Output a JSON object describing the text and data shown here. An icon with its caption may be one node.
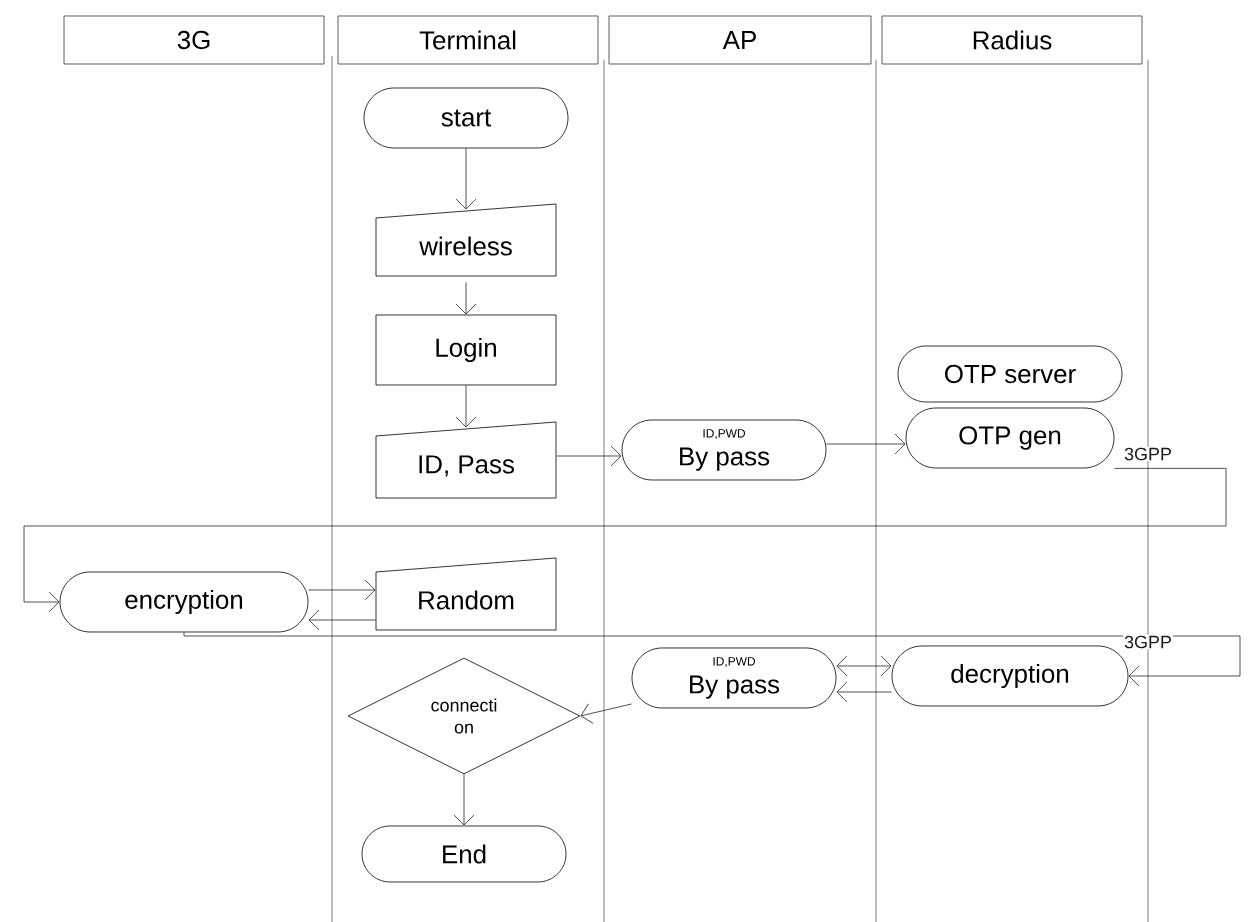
{
  "diagram": {
    "nodes": [
      {
        "text": [
          "3G"
        ]
      },
      {
        "text": [
          "Terminal"
        ]
      },
      {
        "text": [
          "AP"
        ]
      },
      {
        "text": [
          "Radius"
        ]
      },
      {
        "text": [
          "start"
        ]
      },
      {
        "text": [
          "wireless"
        ]
      },
      {
        "text": [
          "Login"
        ]
      },
      {
        "text": [
          "ID, Pass"
        ]
      },
      {
        "text": [
          "ID,PWD",
          "By pass"
        ]
      },
      {
        "text": [
          "OTP server"
        ]
      },
      {
        "text": [
          "OTP gen"
        ]
      },
      {
        "text": [
          "encryption"
        ]
      },
      {
        "text": [
          "Random"
        ]
      },
      {
        "text": [
          "ID,PWD",
          "By pass"
        ]
      },
      {
        "text": [
          "decryption"
        ]
      },
      {
        "text": [
          "connecti on"
        ]
      },
      {
        "text": [
          "End"
        ]
      }
    ],
    "edges": [
      {
        "from": 4,
        "to": 5,
        "arrow": "to"
      },
      {
        "from": 5,
        "to": 6,
        "arrow": "to"
      },
      {
        "from": 6,
        "to": 7,
        "arrow": "to"
      },
      {
        "from": 7,
        "to": 8,
        "arrow": "to"
      },
      {
        "from": 8,
        "to": 10,
        "arrow": "to"
      },
      {
        "from": 10,
        "to": 11,
        "arrow": "to",
        "label": "3GPP"
      },
      {
        "from": 11,
        "to": 12,
        "arrow": "to"
      },
      {
        "from": 12,
        "to": 11,
        "arrow": "to"
      },
      {
        "from": 11,
        "to": 14,
        "arrow": "to",
        "label": "3GPP"
      },
      {
        "from": 13,
        "to": 14,
        "arrow": "both"
      },
      {
        "from": 14,
        "to": 13,
        "arrow": "to"
      },
      {
        "from": 13,
        "to": 15,
        "arrow": "to"
      },
      {
        "from": 15,
        "to": 16,
        "arrow": "to"
      }
    ]
  }
}
